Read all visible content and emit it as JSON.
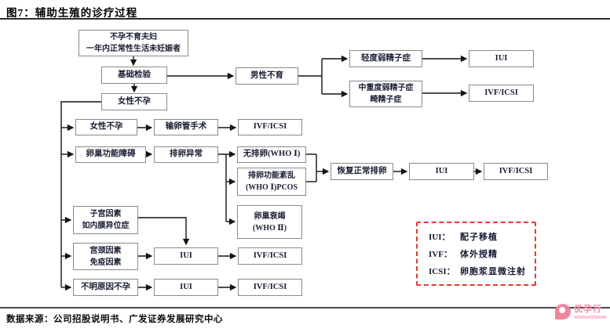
{
  "header": {
    "title": "图7：辅助生殖的诊疗过程"
  },
  "footer": {
    "source": "数据来源：公司招股说明书、广发证券发展研究中心",
    "watermark_brand": "优孕行"
  },
  "flowchart": {
    "nodes": [
      {
        "id": "couple",
        "text": "不孕不育夫妇\n一年内正常性生活未妊娠者"
      },
      {
        "id": "basic-test",
        "text": "基础检验"
      },
      {
        "id": "male-infertility",
        "text": "男性不育"
      },
      {
        "id": "mild-asthenospermia",
        "text": "轻度弱精子症"
      },
      {
        "id": "severe-asthenospermia",
        "text": "中重度弱精子症\n畸精子症"
      },
      {
        "id": "iui-male",
        "text": "IUI"
      },
      {
        "id": "ivf-male",
        "text": "IVF/ICSI"
      },
      {
        "id": "female-infertility",
        "text": "女性不孕"
      },
      {
        "id": "female-infertility-branch",
        "text": "女性不孕"
      },
      {
        "id": "tubal-surgery",
        "text": "输卵管手术"
      },
      {
        "id": "ivf-tubal",
        "text": "IVF/ICSI"
      },
      {
        "id": "ovarian-dysfunction",
        "text": "卵巢功能障碍"
      },
      {
        "id": "ovulation-abnormal",
        "text": "排卵异常"
      },
      {
        "id": "anovulation",
        "text": "无排卵(WHO Ⅰ)"
      },
      {
        "id": "ovulation-disorder-pcos",
        "text": "排卵功能紊乱\n(WHO Ⅰ)PCOS"
      },
      {
        "id": "ovarian-failure",
        "text": "卵巢衰竭\n(WHO Ⅱ)"
      },
      {
        "id": "restore-ovulation",
        "text": "恢复正常排卵"
      },
      {
        "id": "iui-restore",
        "text": "IUI"
      },
      {
        "id": "ivf-restore",
        "text": "IVF/ICSI"
      },
      {
        "id": "uterine-factor",
        "text": "子宫因素\n如内膜异位症"
      },
      {
        "id": "cervical-immune-factor",
        "text": "宫颈因素\n免疫因素"
      },
      {
        "id": "iui-cervical",
        "text": "IUI"
      },
      {
        "id": "ivf-cervical",
        "text": "IVF/ICSI"
      },
      {
        "id": "unexplained-infertility",
        "text": "不明原因不孕"
      },
      {
        "id": "iui-unexplained",
        "text": "IUI"
      },
      {
        "id": "ivf-unexplained",
        "text": "IVF/ICSI"
      }
    ]
  },
  "legend": {
    "items": [
      {
        "abbr": "IUI：",
        "definition": "配子移植"
      },
      {
        "abbr": "IVF：",
        "definition": "体外授精"
      },
      {
        "abbr": "ICSI：",
        "definition": "卵胞浆显微注射"
      }
    ]
  },
  "colors": {
    "box_border": "#8a8a8a",
    "connector_line": "#141414",
    "text": "#1a1f33",
    "legend_border": "#e53935",
    "brand_pink": "#ef8aa0"
  }
}
